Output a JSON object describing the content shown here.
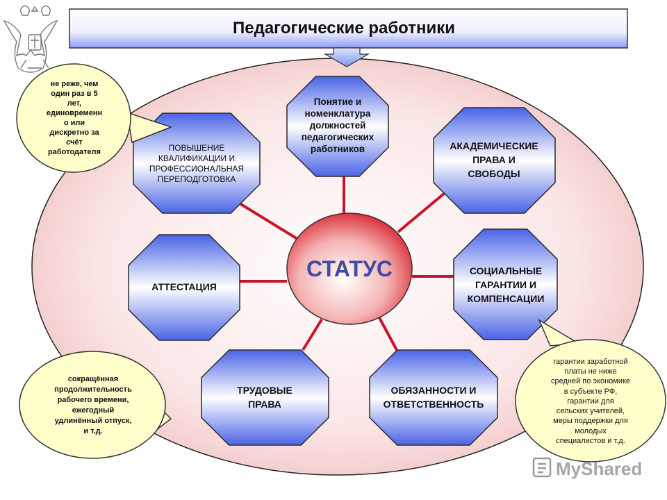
{
  "header": {
    "title": "Педагогические работники"
  },
  "center": {
    "label": "СТАТУС"
  },
  "nodes": {
    "concept": "Понятие и\nноменклатура\nдолжностей\nпедагогических\nработников",
    "academic": "АКАДЕМИЧЕСКИЕ\nПРАВА И\nСВОБОДЫ",
    "social": "СОЦИАЛЬНЫЕ\nГАРАНТИИ И\nКОМПЕНСАЦИИ",
    "duties": "ОБЯЗАННОСТИ И\nОТВЕТСТВЕННОСТЬ",
    "labor": "ТРУДОВЫЕ\nПРАВА",
    "attestation": "АТТЕСТАЦИЯ",
    "qualification": "ПОВЫШЕНИЕ\nКВАЛИФИКАЦИИ И\nПРОФЕССИОНАЛЬНАЯ\nПЕРЕПОДГОТОВКА"
  },
  "callouts": {
    "top_left": "не реже, чем\nодин раз в 5\nлет,\nединовременн\nо или\nдискретно за\nсчёт\nработодателя",
    "bottom_left": "сокращённая\nпродолжительность\nрабочего времени,\nежегодный\nудлинённый отпуск,\nи т.д.",
    "bottom_right": "гарантии заработной\nплаты не ниже\nсредней по экономике\nв субъекте РФ,\nгарантии для\nсельских учителей,\nмеры поддержки для\nмолодых\nспециалистов и т.д."
  },
  "watermark": {
    "text": "MyShared"
  },
  "colors": {
    "ellipse_fill": "#f4cfcf",
    "connector": "#c8142a",
    "octagon_edge": "#4a64e6",
    "callout_fill": "#ffffcc"
  }
}
